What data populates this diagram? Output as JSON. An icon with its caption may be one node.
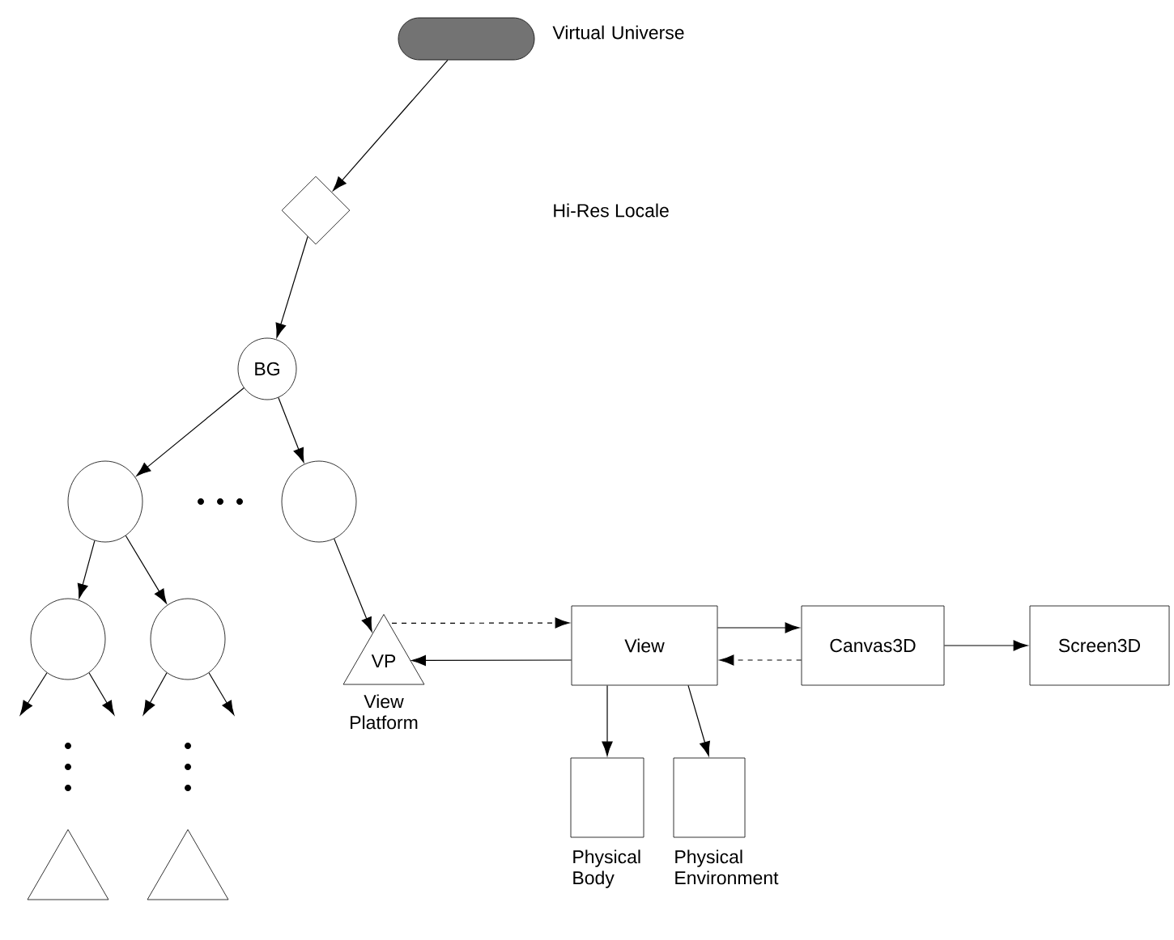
{
  "diagram": {
    "nodes": [
      {
        "text": [],
        "shape": "pill",
        "beside": [
          "Virtual Universe"
        ]
      },
      {
        "text": [],
        "shape": "diamond"
      },
      {
        "text": [
          "BG"
        ]
      },
      {
        "text": [],
        "shape": "circle"
      },
      {
        "text": [],
        "shape": "circle"
      },
      {
        "text": [],
        "shape": "circle"
      },
      {
        "text": [],
        "shape": "circle"
      },
      {
        "text": [
          "VP"
        ],
        "beside": [
          "View Platform"
        ]
      },
      {
        "text": [
          "View"
        ]
      },
      {
        "text": [
          "Canvas3D"
        ]
      },
      {
        "text": [
          "Screen3D"
        ]
      },
      {
        "text": [],
        "shape": "box",
        "beside": [
          "Physical Body"
        ]
      },
      {
        "text": [],
        "shape": "box",
        "beside": [
          "Physical Environment"
        ]
      },
      {
        "text": [],
        "shape": "triangle"
      },
      {
        "text": [],
        "shape": "triangle"
      }
    ],
    "edges": [
      {
        "from": 0,
        "to": 1,
        "arrow": "to"
      },
      {
        "from": 1,
        "to": 2,
        "arrow": "to"
      },
      {
        "from": 2,
        "to": 3,
        "arrow": "to"
      },
      {
        "from": 2,
        "to": 4,
        "arrow": "to"
      },
      {
        "from": 3,
        "to": 5,
        "arrow": "to"
      },
      {
        "from": 3,
        "to": 6,
        "arrow": "to"
      },
      {
        "from": 4,
        "to": 7,
        "arrow": "to"
      },
      {
        "from": 5,
        "to": null,
        "arrow": "to"
      },
      {
        "from": 5,
        "to": null,
        "arrow": "to"
      },
      {
        "from": 6,
        "to": null,
        "arrow": "to"
      },
      {
        "from": 6,
        "to": null,
        "arrow": "to"
      },
      {
        "from": 7,
        "to": 8,
        "arrow": "to",
        "style": "dashed"
      },
      {
        "from": 8,
        "to": 7,
        "arrow": "to"
      },
      {
        "from": 8,
        "to": 9,
        "arrow": "to"
      },
      {
        "from": 9,
        "to": 8,
        "arrow": "to",
        "style": "dashed"
      },
      {
        "from": 9,
        "to": 10,
        "arrow": "to"
      },
      {
        "from": 8,
        "to": 11,
        "arrow": "to"
      },
      {
        "from": 8,
        "to": 12,
        "arrow": "to"
      }
    ],
    "labels": [
      "Hi-Res Locale"
    ]
  }
}
